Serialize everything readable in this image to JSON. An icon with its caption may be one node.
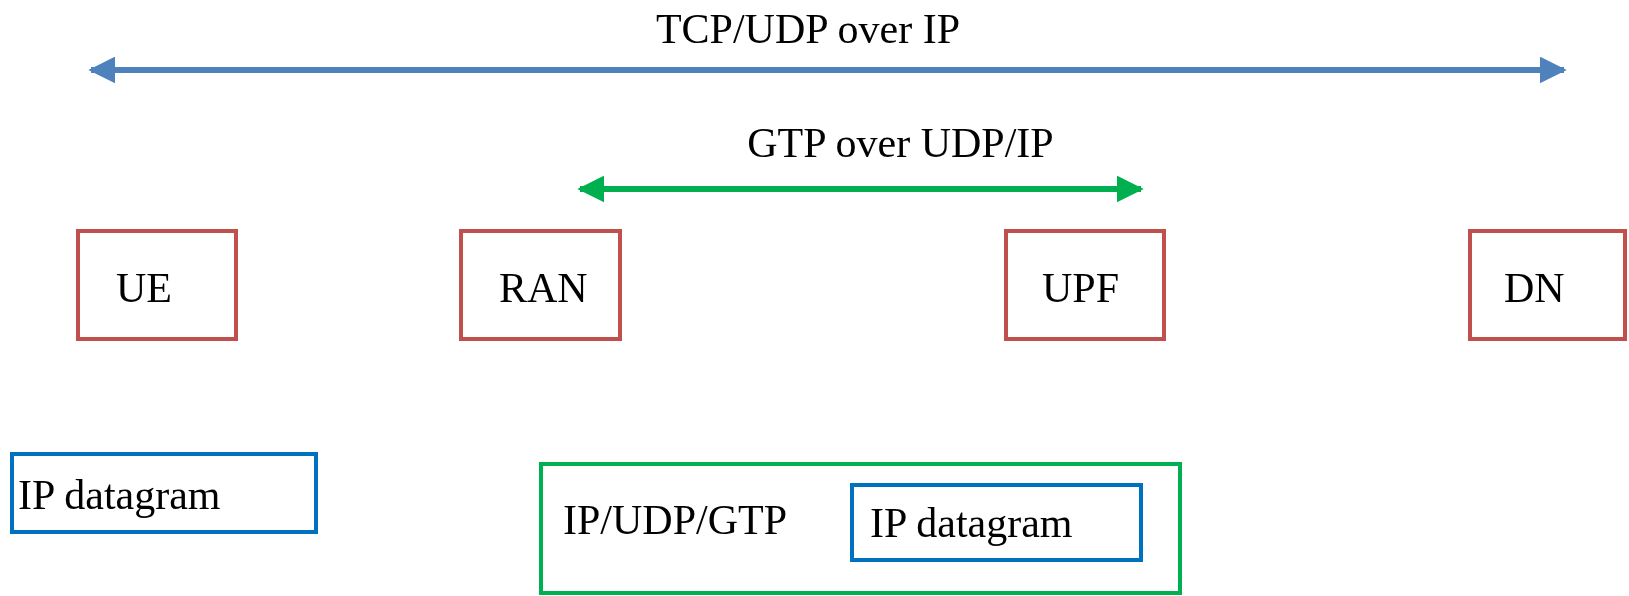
{
  "diagram": {
    "nodes": [
      {
        "text": [
          "UE"
        ]
      },
      {
        "text": [
          "RAN"
        ]
      },
      {
        "text": [
          "UPF"
        ]
      },
      {
        "text": [
          "DN"
        ]
      },
      {
        "text": [
          "IP datagram"
        ]
      },
      {
        "text": [
          "IP/UDP/GTP"
        ]
      },
      {
        "text": [
          "IP datagram"
        ],
        "in": 5
      }
    ],
    "edges": [
      {
        "from": 1,
        "to": 2,
        "arrow": "both",
        "label": "GTP over UDP/IP",
        "color": "#00b050"
      }
    ],
    "labels": [
      "TCP/UDP over IP"
    ]
  }
}
